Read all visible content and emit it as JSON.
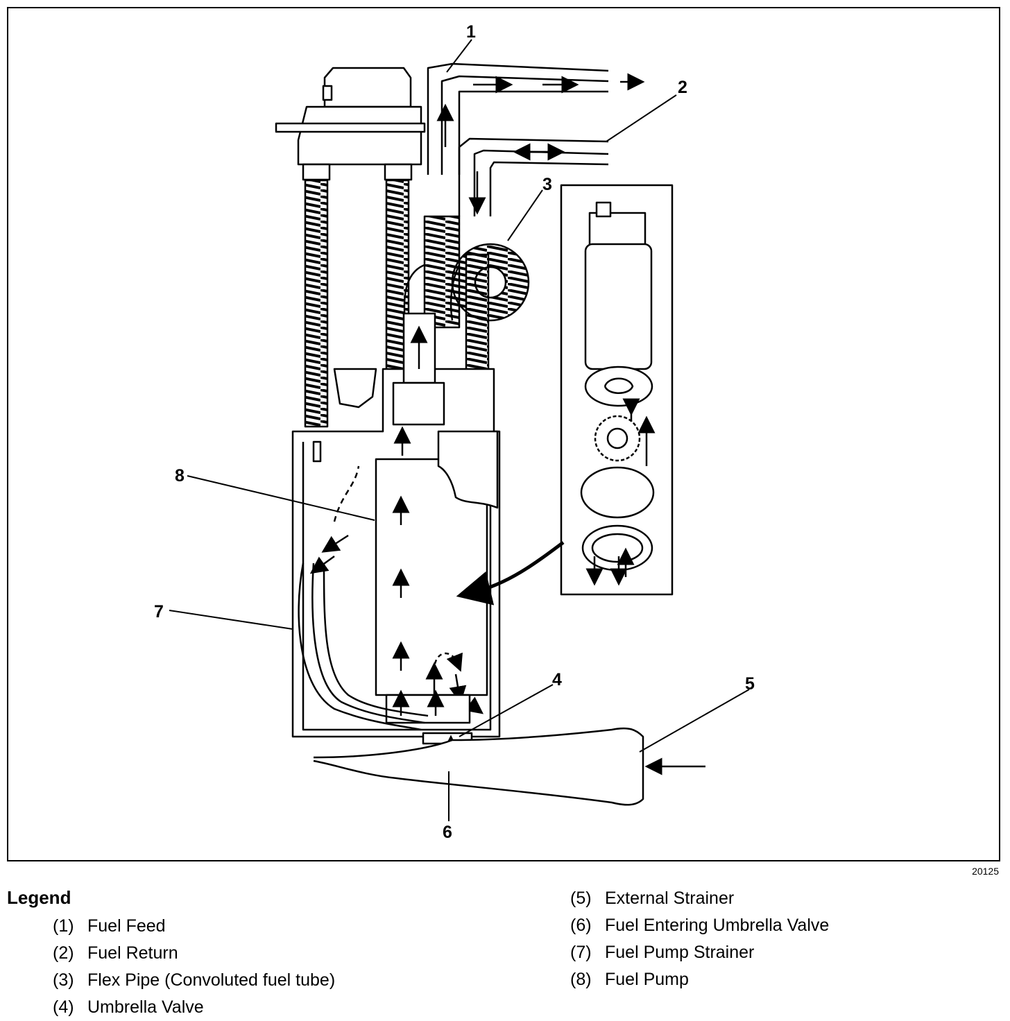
{
  "figure_id": "20125",
  "callouts": [
    "1",
    "2",
    "3",
    "4",
    "5",
    "6",
    "7",
    "8"
  ],
  "legend": {
    "title": "Legend",
    "items": [
      {
        "num": "(1)",
        "label": "Fuel Feed"
      },
      {
        "num": "(2)",
        "label": "Fuel Return"
      },
      {
        "num": "(3)",
        "label": "Flex Pipe (Convoluted fuel tube)"
      },
      {
        "num": "(4)",
        "label": "Umbrella Valve"
      },
      {
        "num": "(5)",
        "label": "External Strainer"
      },
      {
        "num": "(6)",
        "label": "Fuel Entering Umbrella Valve"
      },
      {
        "num": "(7)",
        "label": "Fuel Pump Strainer"
      },
      {
        "num": "(8)",
        "label": "Fuel Pump"
      }
    ]
  }
}
